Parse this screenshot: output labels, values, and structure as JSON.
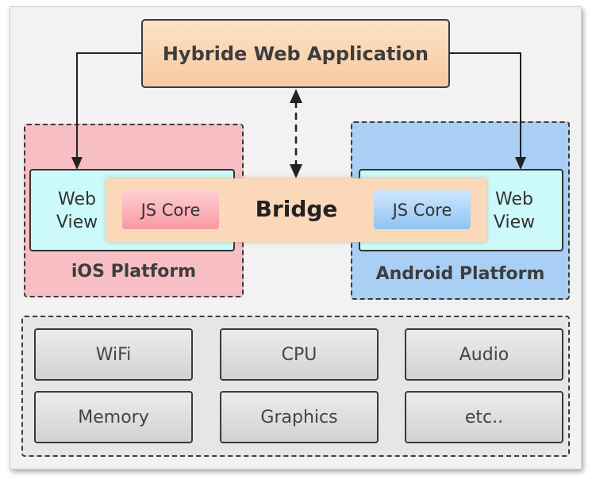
{
  "app": {
    "title": "Hybride Web Application"
  },
  "ios": {
    "platform_label": "iOS Platform",
    "webview_line1": "Web",
    "webview_line2": "View",
    "jscore": "JS Core"
  },
  "android": {
    "platform_label": "Android Platform",
    "webview_line1": "Web",
    "webview_line2": "View",
    "jscore": "JS Core"
  },
  "bridge": {
    "label": "Bridge"
  },
  "hardware": {
    "items": [
      "WiFi",
      "CPU",
      "Audio",
      "Memory",
      "Graphics",
      "etc.."
    ]
  },
  "colors": {
    "app_box": "#f6c9a0",
    "ios_platform": "#f7bfc4",
    "android_platform": "#a9cff5",
    "webview": "#ccfafa",
    "bridge": "#fad8b8",
    "hardware_area": "#e6e6e6"
  }
}
